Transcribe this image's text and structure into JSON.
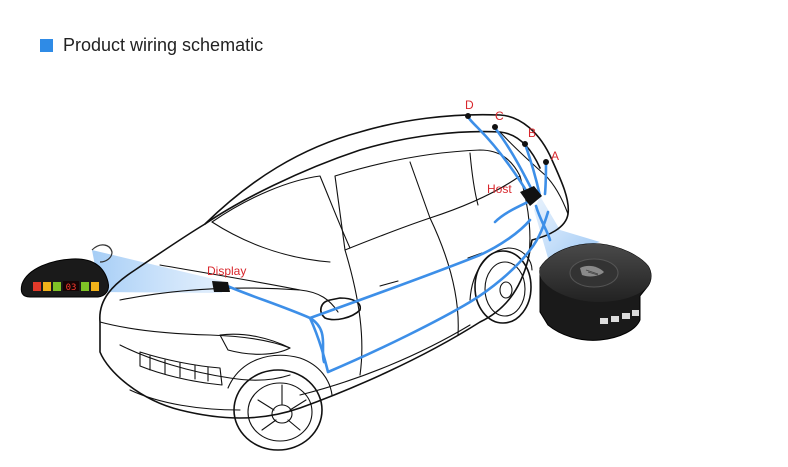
{
  "header": {
    "title": "Product wiring schematic"
  },
  "labels": {
    "display": "Display",
    "host": "Host",
    "sensor_a": "A",
    "sensor_b": "B",
    "sensor_c": "C",
    "sensor_d": "D"
  },
  "display_readout": "03",
  "colors": {
    "accent": "#2f8be6",
    "wire": "#3d8fe8",
    "label": "#d8262c"
  }
}
